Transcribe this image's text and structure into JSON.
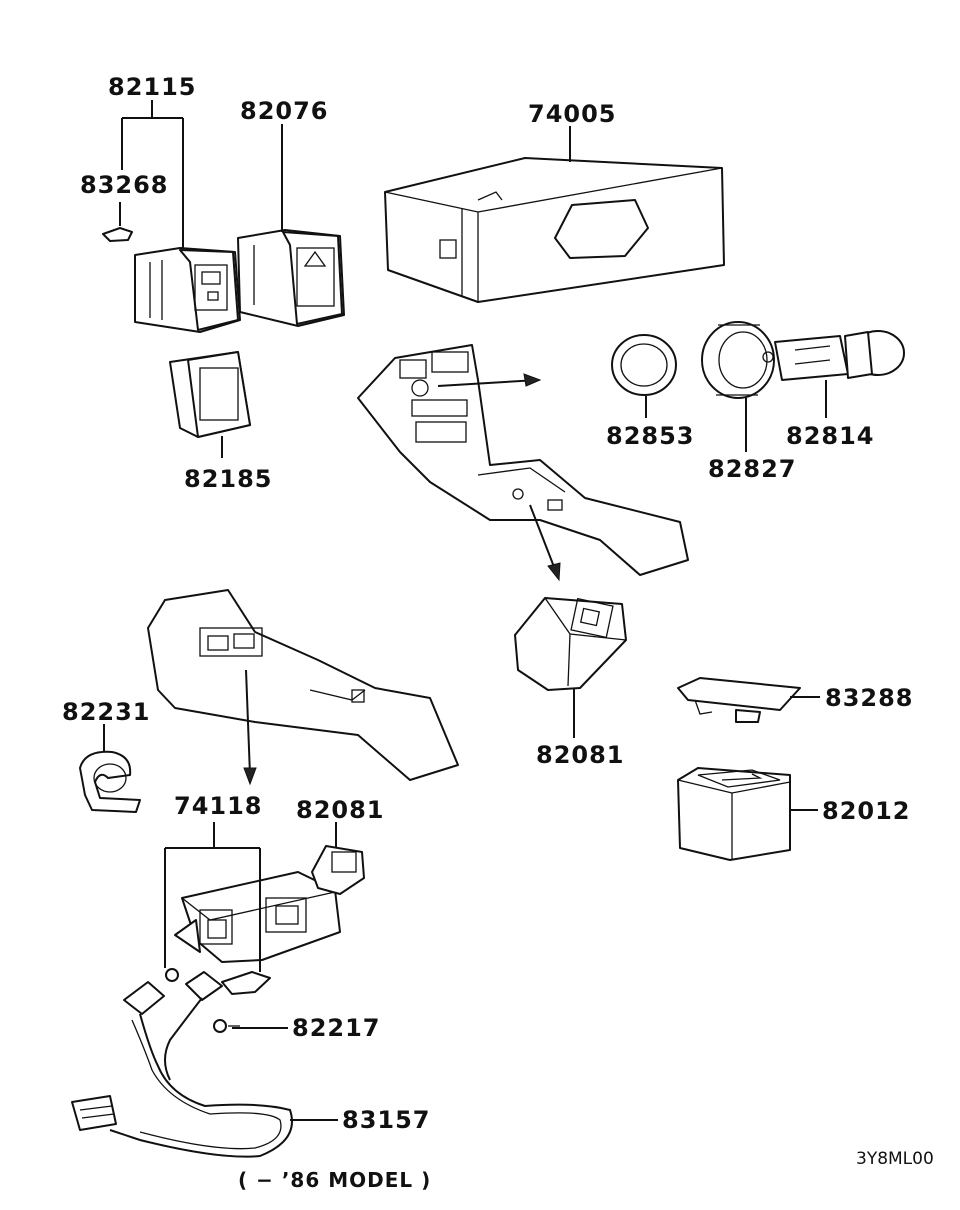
{
  "labels": {
    "p82115": "82115",
    "p83268": "83268",
    "p82076": "82076",
    "p74005": "74005",
    "p82185": "82185",
    "p82853": "82853",
    "p82827": "82827",
    "p82814": "82814",
    "p82231": "82231",
    "p82081a": "82081",
    "p83288": "83288",
    "p82012": "82012",
    "p74118": "74118",
    "p82081b": "82081",
    "p82217": "82217",
    "p83157": "83157"
  },
  "note": "( − ’86 MODEL )",
  "diagram_code": "3Y8ML00"
}
